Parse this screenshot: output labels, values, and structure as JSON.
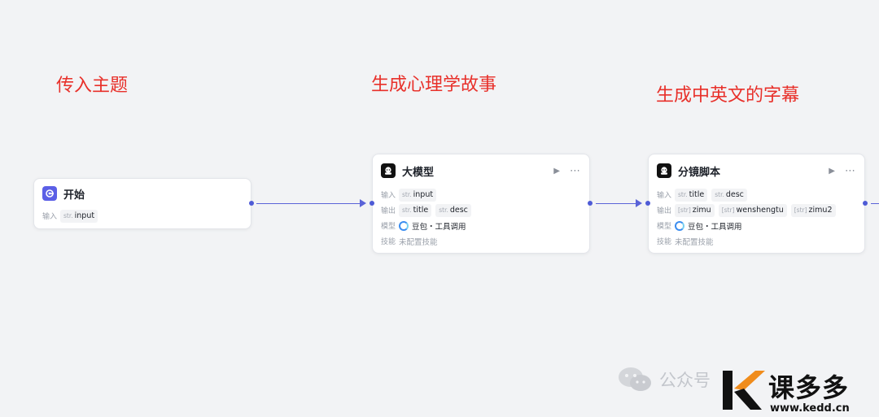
{
  "annotations": {
    "topic": "传入主题",
    "story": "生成心理学故事",
    "subtitles": "生成中英文的字幕"
  },
  "nodes": {
    "start": {
      "title": "开始",
      "input_label": "输入",
      "input_type": "str.",
      "input_name": "input"
    },
    "llm": {
      "title": "大模型",
      "input_label": "输入",
      "input_type": "str.",
      "input_name": "input",
      "output_label": "输出",
      "outputs": [
        {
          "type": "str.",
          "name": "title"
        },
        {
          "type": "str.",
          "name": "desc"
        }
      ],
      "model_label": "模型",
      "model_value": "豆包・工具调用",
      "skill_label": "技能",
      "skill_value": "未配置技能"
    },
    "script": {
      "title": "分镜脚本",
      "input_label": "输入",
      "inputs": [
        {
          "type": "str.",
          "name": "title"
        },
        {
          "type": "str.",
          "name": "desc"
        }
      ],
      "output_label": "输出",
      "outputs": [
        {
          "type": "[str]",
          "name": "zimu"
        },
        {
          "type": "[str]",
          "name": "wenshengtu"
        },
        {
          "type": "[str]",
          "name": "zimu2"
        }
      ],
      "model_label": "模型",
      "model_value": "豆包・工具调用",
      "skill_label": "技能",
      "skill_value": "未配置技能"
    }
  },
  "icons": {
    "start": "start-node-icon",
    "llm": "llm-robot-icon",
    "run": "play-icon",
    "more": "more-dots-icon"
  },
  "colors": {
    "annotation": "#e8302a",
    "edge": "#5a63d8",
    "start_icon_bg": "#5b5fe6",
    "llm_icon_bg": "#111111"
  },
  "watermark": {
    "account_prefix": "公众号",
    "brand": "课多多",
    "url": "www.kedd.cn"
  }
}
